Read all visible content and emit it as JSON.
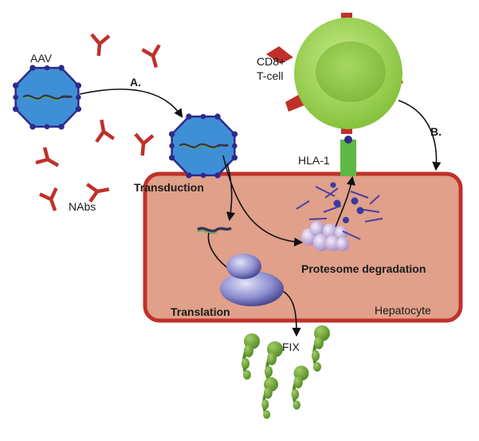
{
  "labels": {
    "aav": "AAV",
    "step_a": "A.",
    "step_b": "B.",
    "cd8_line1": "CD8+",
    "cd8_line2": "T-cell",
    "hla": "HLA-1",
    "transduction": "Transduction",
    "nabs": "NAbs",
    "proteasome": "Protesome degradation",
    "translation": "Translation",
    "hepatocyte": "Hepatocyte",
    "fix": "FIX"
  },
  "colors": {
    "antibody": "#c0302a",
    "capsid": "#3f8fd6",
    "capsid_vertex": "#2d2a8a",
    "cell_fill": "#e0a08a",
    "cell_border": "#c0302a",
    "tcell": "#9ad04e",
    "hla": "#5fb844",
    "factor_ix": "#5a8f2a",
    "ribosome": "#8080c4",
    "peptide": "#4b3fa0"
  }
}
